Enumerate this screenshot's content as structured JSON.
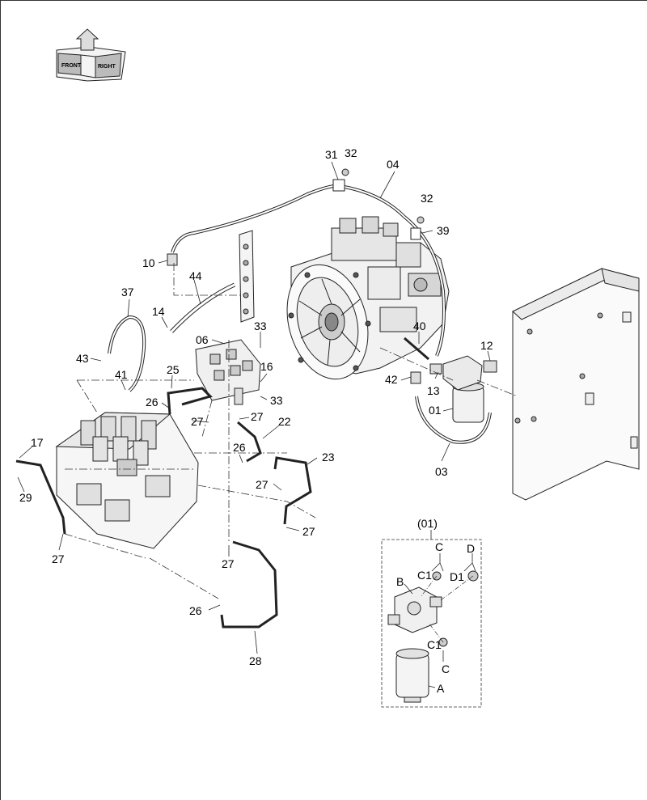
{
  "orientation_badge": {
    "front_text": "FRONT",
    "right_text": "RIGHT",
    "icon": "orientation-cube-icon"
  },
  "callouts": {
    "c31": "31",
    "c32a": "32",
    "c04": "04",
    "c32b": "32",
    "c39": "39",
    "c10": "10",
    "c44": "44",
    "c37": "37",
    "c14": "14",
    "c06": "06",
    "c33a": "33",
    "c40": "40",
    "c12": "12",
    "c43": "43",
    "c16": "16",
    "c41": "41",
    "c25": "25",
    "c42": "42",
    "c13": "13",
    "c26a": "26",
    "c33b": "33",
    "c01": "01",
    "c27a": "27",
    "c27b": "27",
    "c22": "22",
    "c17": "17",
    "c26b": "26",
    "c03": "03",
    "c23": "23",
    "c27c": "27",
    "c29": "29",
    "c27d": "27",
    "c27e": "27",
    "c27f": "27",
    "c26c": "26",
    "c28": "28"
  },
  "detail_inset": {
    "title": "(01)",
    "labels": {
      "C_top": "C",
      "D_top": "D",
      "C1_top": "C1",
      "D1": "D1",
      "B": "B",
      "C1_bottom": "C1",
      "C_bottom": "C",
      "A": "A"
    }
  }
}
